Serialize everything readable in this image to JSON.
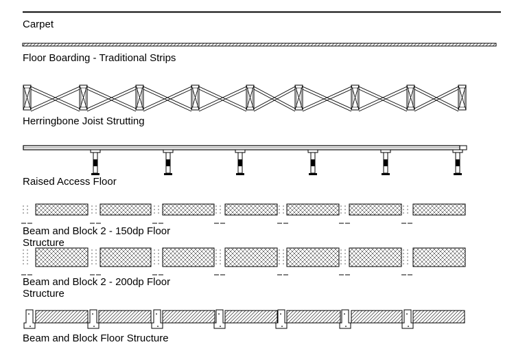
{
  "items": [
    {
      "key": "carpet",
      "label": "Carpet"
    },
    {
      "key": "floor-boarding",
      "label": "Floor Boarding - Traditional Strips"
    },
    {
      "key": "herringbone",
      "label": "Herringbone Joist Strutting"
    },
    {
      "key": "raised-access",
      "label": "Raised Access Floor"
    },
    {
      "key": "beam-block-150",
      "label": "Beam and Block 2 - 150dp Floor Structure"
    },
    {
      "key": "beam-block-200",
      "label": "Beam and Block 2 - 200dp Floor Structure"
    },
    {
      "key": "beam-block",
      "label": "Beam and Block Floor Structure"
    }
  ]
}
